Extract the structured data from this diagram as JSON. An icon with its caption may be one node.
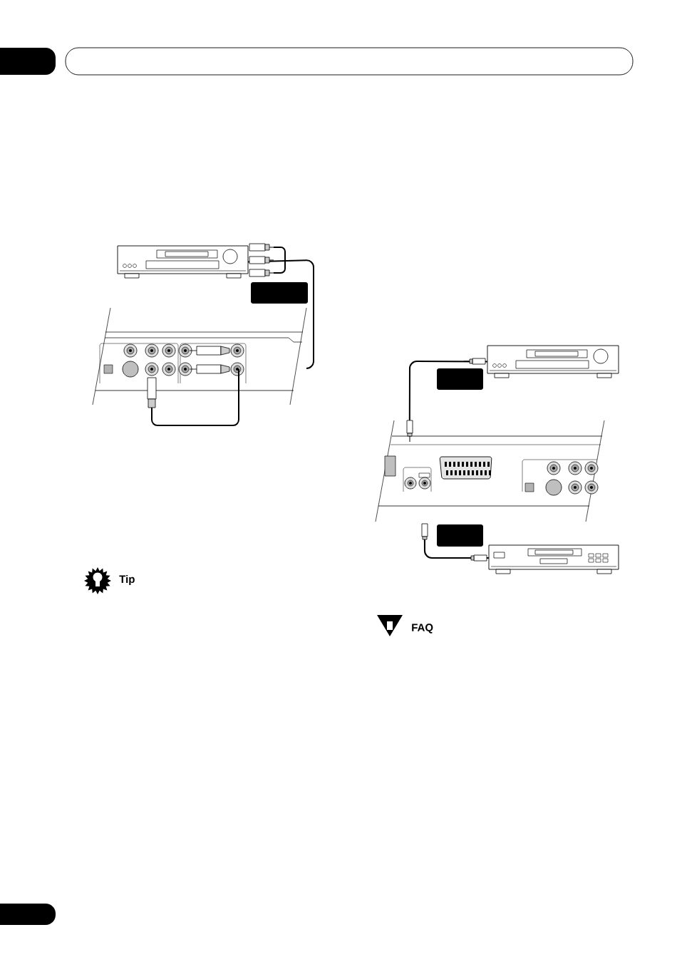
{
  "diagram": {
    "nodes": [
      {
        "text": [],
        "shape": "picture"
      },
      {
        "text": [],
        "shape": "box"
      },
      {
        "text": [],
        "shape": "picture"
      },
      {
        "text": [],
        "shape": "picture"
      },
      {
        "text": [],
        "shape": "box"
      },
      {
        "text": [],
        "shape": "picture"
      },
      {
        "text": [],
        "shape": "box"
      },
      {
        "text": [],
        "shape": "picture"
      }
    ],
    "edges": [
      {
        "from": 0,
        "to": 2,
        "arrow": "other"
      },
      {
        "from": 3,
        "to": 5,
        "arrow": "other"
      },
      {
        "from": 5,
        "to": 7,
        "arrow": "other"
      }
    ],
    "labels": [
      "Tip",
      "FAQ"
    ]
  }
}
